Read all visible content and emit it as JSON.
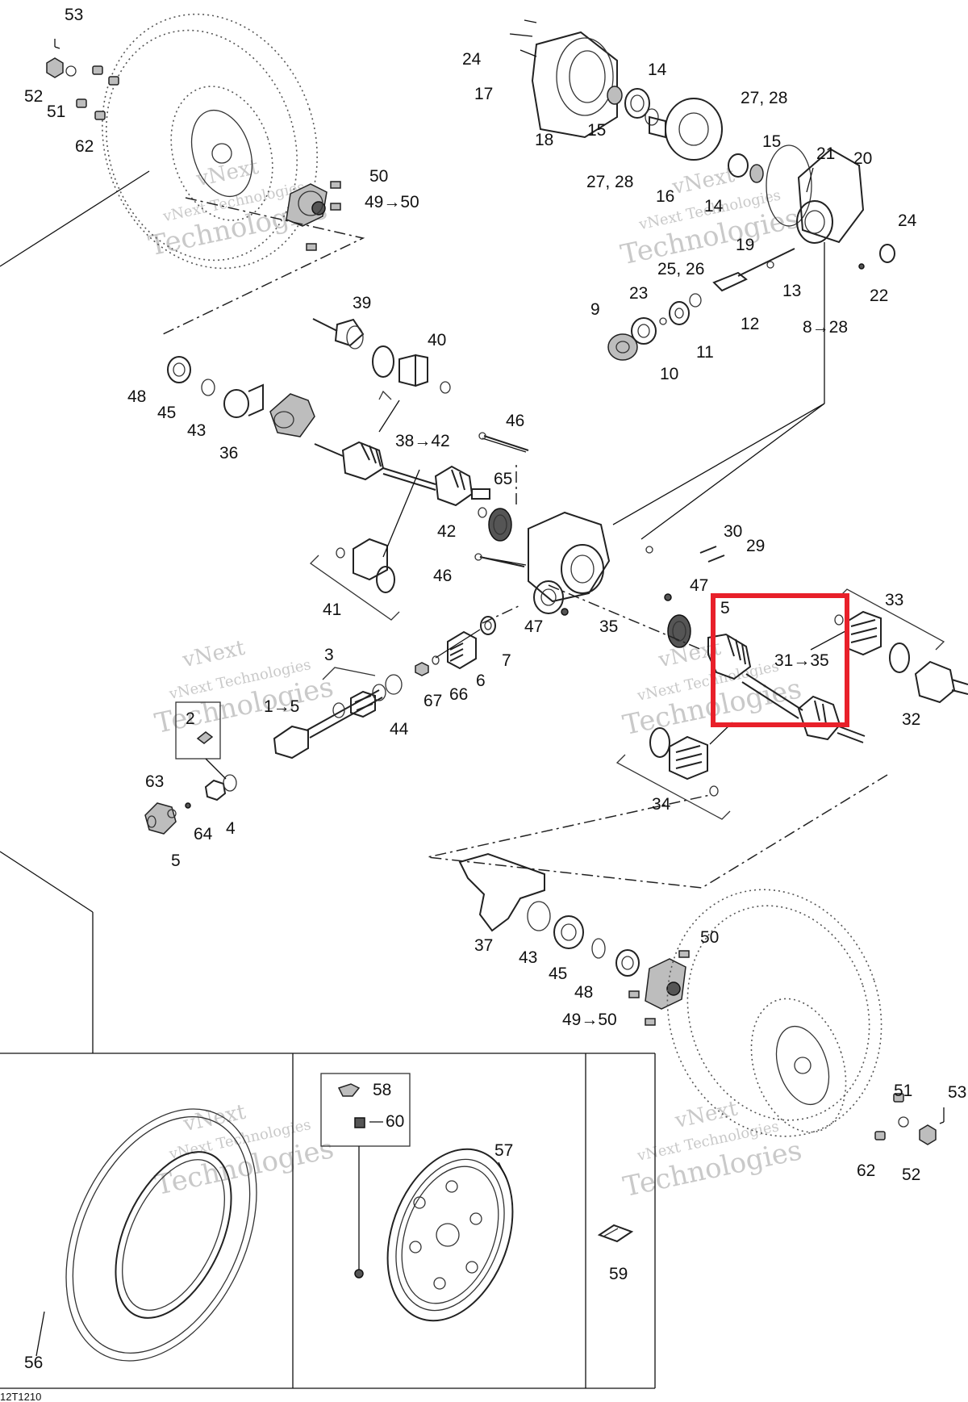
{
  "diagram_code": "12T1210",
  "watermark": {
    "line1": "vNext",
    "line2": "vNext Technologies",
    "line3": "Technologies"
  },
  "highlight": {
    "color": "#e8202a",
    "label": "31→35"
  },
  "labels": {
    "l53a": "53",
    "l52a": "52",
    "l51a": "51",
    "l62a": "62",
    "l50a": "50",
    "l4950a": "49→50",
    "l24a": "24",
    "l17": "17",
    "l18": "18",
    "l15a": "15",
    "l14a": "14",
    "l2728a": "27, 28",
    "l2728b": "27, 28",
    "l16": "16",
    "l14b": "14",
    "l15b": "15",
    "l21": "21",
    "l20": "20",
    "l19": "19",
    "l24b": "24",
    "l22": "22",
    "l13": "13",
    "l12": "12",
    "l2526": "25, 26",
    "l23": "23",
    "l9": "9",
    "l10": "10",
    "l11": "11",
    "l828": "8→28",
    "l39": "39",
    "l40": "40",
    "l48a": "48",
    "l45a": "45",
    "l43a": "43",
    "l36": "36",
    "l3842": "38→42",
    "l46a": "46",
    "l65": "65",
    "l42": "42",
    "l46b": "46",
    "l41": "41",
    "l30": "30",
    "l29": "29",
    "l47a": "47",
    "l47b": "47",
    "l35": "35",
    "l5a": "5",
    "l33": "33",
    "l32": "32",
    "l34": "34",
    "l3": "3",
    "l15": "1→5",
    "l44": "44",
    "l67": "67",
    "l66": "66",
    "l6": "6",
    "l7": "7",
    "l2": "2",
    "l63": "63",
    "l64": "64",
    "l4": "4",
    "l5b": "5",
    "l37": "37",
    "l43b": "43",
    "l45b": "45",
    "l48b": "48",
    "l50b": "50",
    "l4950b": "49→50",
    "l51b": "51",
    "l53b": "53",
    "l62b": "62",
    "l52b": "52",
    "l58": "58",
    "l60": "60",
    "l57": "57",
    "l59": "59",
    "l56": "56"
  }
}
